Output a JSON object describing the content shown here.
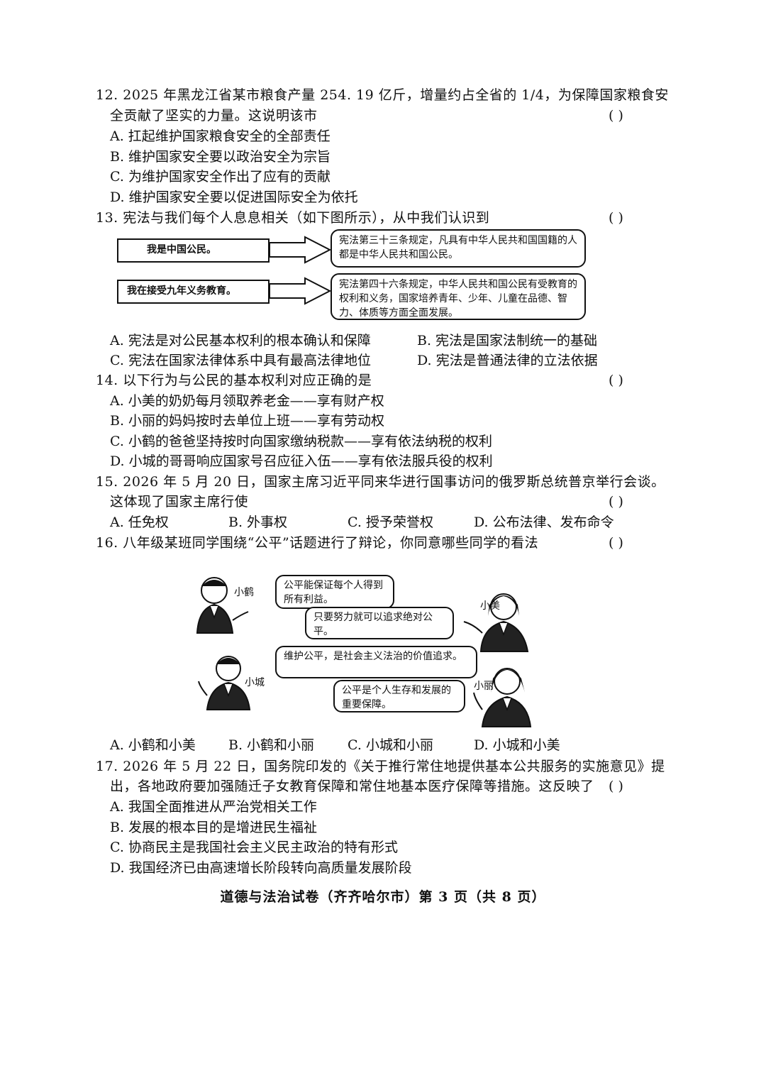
{
  "q12": {
    "line1": "12. 2025 年黑龙江省某市粮食产量 254. 19 亿斤，增量约占全省的 1/4，为保障国家粮食安",
    "line2": "全贡献了坚实的力量。这说明该市",
    "paren": "(     )",
    "options": [
      "A. 扛起维护国家粮食安全的全部责任",
      "B. 维护国家安全要以政治安全为宗旨",
      "C. 为维护国家安全作出了应有的贡献",
      "D. 维护国家安全要以促进国际安全为依托"
    ]
  },
  "q13": {
    "line1": "13. 宪法与我们每个人息息相关（如下图所示），从中我们认识到",
    "paren": "(     )",
    "left1": "我是中国公民。",
    "right1": "宪法第三十三条规定，凡具有中华人民共和国国籍的人都是中华人民共和国公民。",
    "left2": "我在接受九年义务教育。",
    "right2": "宪法第四十六条规定，中华人民共和国公民有受教育的权利和义务，国家培养青年、少年、儿童在品德、智力、体质等方面全面发展。",
    "options": [
      "A. 宪法是对公民基本权利的根本确认和保障",
      "B. 宪法是国家法制统一的基础",
      "C. 宪法在国家法律体系中具有最高法律地位",
      "D. 宪法是普通法律的立法依据"
    ]
  },
  "q14": {
    "line1": "14. 以下行为与公民的基本权利对应正确的是",
    "paren": "(     )",
    "options": [
      "A. 小美的奶奶每月领取养老金——享有财产权",
      "B. 小丽的妈妈按时去单位上班——享有劳动权",
      "C. 小鹤的爸爸坚持按时向国家缴纳税款——享有依法纳税的权利",
      "D. 小城的哥哥响应国家号召应征入伍——享有依法服兵役的权利"
    ]
  },
  "q15": {
    "line1": "15. 2026 年 5 月 20 日，国家主席习近平同来华进行国事访问的俄罗斯总统普京举行会谈。",
    "line2": "这体现了国家主席行使",
    "paren": "(     )",
    "options": [
      "A. 任免权",
      "B. 外事权",
      "C. 授予荣誉权",
      "D. 公布法律、发布命令"
    ]
  },
  "q16": {
    "line1": "16. 八年级某班同学围绕“公平”话题进行了辩论，你同意哪些同学的看法",
    "paren": "(     )",
    "names": [
      "小鹤",
      "小美",
      "小城",
      "小丽"
    ],
    "bubbles": [
      "公平能保证每个人得到所有利益。",
      "只要努力就可以追求绝对公平。",
      "维护公平，是社会主义法治的价值追求。",
      "公平是个人生存和发展的重要保障。"
    ],
    "options": [
      "A. 小鹤和小美",
      "B. 小鹤和小丽",
      "C. 小城和小丽",
      "D. 小城和小美"
    ]
  },
  "q17": {
    "line1": "17. 2026 年 5 月 22 日，国务院印发的《关于推行常住地提供基本公共服务的实施意见》提",
    "line2": "出，各地政府要加强随迁子女教育保障和常住地基本医疗保障等措施。这反映了",
    "paren": "(     )",
    "options": [
      "A. 我国全面推进从严治党相关工作",
      "B. 发展的根本目的是增进民生福祉",
      "C. 协商民主是我国社会主义民主政治的特有形式",
      "D. 我国经济已由高速增长阶段转向高质量发展阶段"
    ]
  },
  "footer": "道德与法治试卷（齐齐哈尔市）第 3 页（共 8 页）"
}
